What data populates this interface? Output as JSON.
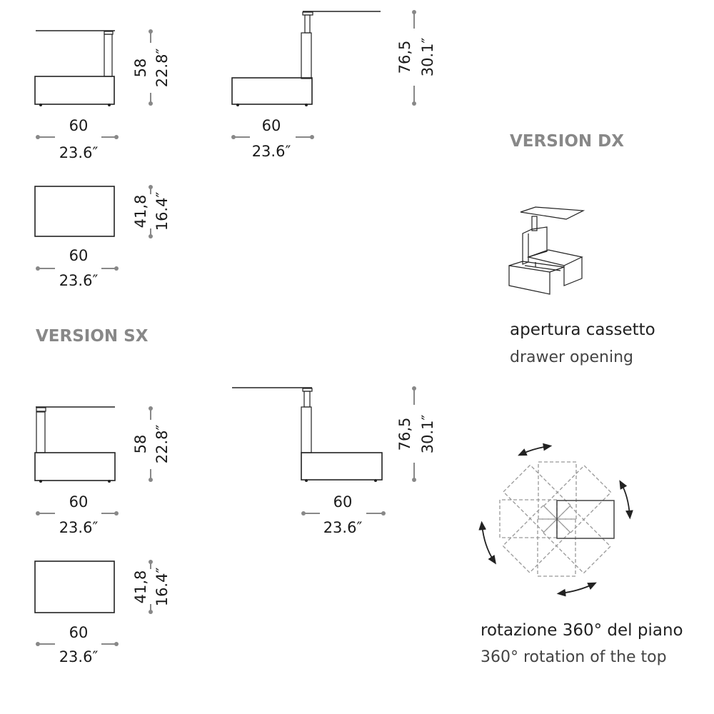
{
  "versions": {
    "dx": "VERSION DX",
    "sx": "VERSION SX"
  },
  "dimensions": {
    "width_cm": "60",
    "width_in": "23.6″",
    "height_low_cm": "58",
    "height_low_in": "22.8″",
    "height_high_cm": "76,5",
    "height_high_in": "30.1″",
    "depth_cm": "41,8",
    "depth_in": "16.4″"
  },
  "captions": {
    "drawer_it": "apertura cassetto",
    "drawer_en": "drawer opening",
    "rotation_it": "rotazione 360° del piano",
    "rotation_en": "360° rotation of the top"
  }
}
